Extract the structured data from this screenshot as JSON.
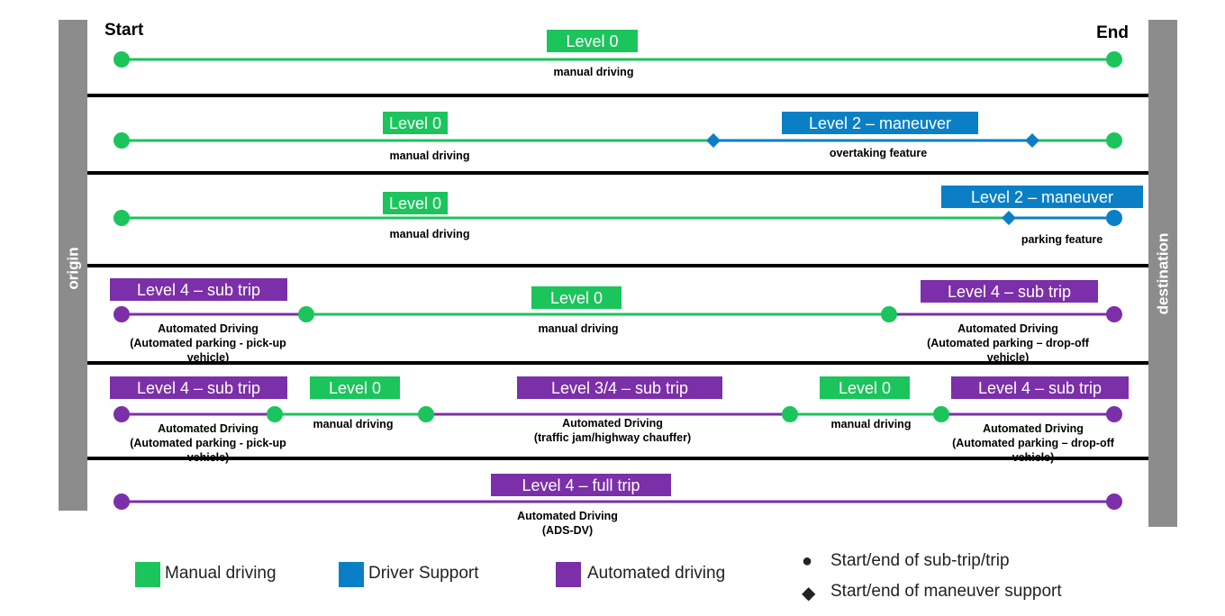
{
  "labels": {
    "start": "Start",
    "end": "End",
    "origin": "origin",
    "destination": "destination"
  },
  "colors": {
    "manual": "#1cc45c",
    "support": "#0b7fc6",
    "automated": "#7b2fa8",
    "separator": "#000000",
    "side_bar": "#8c8c8c"
  },
  "rows": [
    {
      "segments": [
        {
          "color": "manual"
        }
      ],
      "markers": [
        {
          "shape": "circle",
          "color": "manual"
        },
        {
          "shape": "circle",
          "color": "manual"
        }
      ],
      "tags": [
        {
          "text": "Level 0",
          "color": "manual"
        }
      ],
      "captions": [
        {
          "lines": [
            "manual driving"
          ]
        }
      ]
    },
    {
      "segments": [
        {
          "color": "manual"
        },
        {
          "color": "support"
        },
        {
          "color": "manual"
        }
      ],
      "markers": [
        {
          "shape": "circle",
          "color": "manual"
        },
        {
          "shape": "diamond",
          "color": "support"
        },
        {
          "shape": "diamond",
          "color": "support"
        },
        {
          "shape": "circle",
          "color": "manual"
        }
      ],
      "tags": [
        {
          "text": "Level 0",
          "color": "manual"
        },
        {
          "text": "Level 2 – maneuver",
          "color": "support"
        }
      ],
      "captions": [
        {
          "lines": [
            "manual driving"
          ]
        },
        {
          "lines": [
            "overtaking feature"
          ]
        }
      ]
    },
    {
      "segments": [
        {
          "color": "manual"
        },
        {
          "color": "support"
        }
      ],
      "markers": [
        {
          "shape": "circle",
          "color": "manual"
        },
        {
          "shape": "diamond",
          "color": "support"
        },
        {
          "shape": "circle",
          "color": "support"
        }
      ],
      "tags": [
        {
          "text": "Level 0",
          "color": "manual"
        },
        {
          "text": "Level 2 – maneuver",
          "color": "support"
        }
      ],
      "captions": [
        {
          "lines": [
            "manual driving"
          ]
        },
        {
          "lines": [
            "parking feature"
          ]
        }
      ]
    },
    {
      "segments": [
        {
          "color": "automated"
        },
        {
          "color": "manual"
        },
        {
          "color": "automated"
        }
      ],
      "markers": [
        {
          "shape": "circle",
          "color": "automated"
        },
        {
          "shape": "circle",
          "color": "manual"
        },
        {
          "shape": "circle",
          "color": "manual"
        },
        {
          "shape": "circle",
          "color": "automated"
        }
      ],
      "tags": [
        {
          "text": "Level 4 – sub trip",
          "color": "automated"
        },
        {
          "text": "Level 0",
          "color": "manual"
        },
        {
          "text": "Level 4 – sub trip",
          "color": "automated"
        }
      ],
      "captions": [
        {
          "lines": [
            "Automated Driving",
            "(Automated parking - pick-up",
            "vehicle)"
          ]
        },
        {
          "lines": [
            "manual driving"
          ]
        },
        {
          "lines": [
            "Automated Driving",
            "(Automated parking – drop-off",
            "vehicle)"
          ]
        }
      ]
    },
    {
      "segments": [
        {
          "color": "automated"
        },
        {
          "color": "manual"
        },
        {
          "color": "automated"
        },
        {
          "color": "manual"
        },
        {
          "color": "automated"
        }
      ],
      "markers": [
        {
          "shape": "circle",
          "color": "automated"
        },
        {
          "shape": "circle",
          "color": "manual"
        },
        {
          "shape": "circle",
          "color": "manual"
        },
        {
          "shape": "circle",
          "color": "manual"
        },
        {
          "shape": "circle",
          "color": "manual"
        },
        {
          "shape": "circle",
          "color": "automated"
        }
      ],
      "tags": [
        {
          "text": "Level 4 – sub trip",
          "color": "automated"
        },
        {
          "text": "Level 0",
          "color": "manual"
        },
        {
          "text": "Level 3/4 – sub trip",
          "color": "automated"
        },
        {
          "text": "Level 0",
          "color": "manual"
        },
        {
          "text": "Level 4 – sub trip",
          "color": "automated"
        }
      ],
      "captions": [
        {
          "lines": [
            "Automated Driving",
            "(Automated parking - pick-up",
            "vehicle)"
          ]
        },
        {
          "lines": [
            "manual driving"
          ]
        },
        {
          "lines": [
            "Automated Driving",
            "(traffic jam/highway chauffer)"
          ]
        },
        {
          "lines": [
            "manual driving"
          ]
        },
        {
          "lines": [
            "Automated Driving",
            "(Automated parking – drop-off",
            "vehicle)"
          ]
        }
      ]
    },
    {
      "segments": [
        {
          "color": "automated"
        }
      ],
      "markers": [
        {
          "shape": "circle",
          "color": "automated"
        },
        {
          "shape": "circle",
          "color": "automated"
        }
      ],
      "tags": [
        {
          "text": "Level 4 – full trip",
          "color": "automated"
        }
      ],
      "captions": [
        {
          "lines": [
            "Automated Driving",
            "(ADS-DV)"
          ]
        }
      ]
    }
  ],
  "legend": {
    "swatches": [
      {
        "label": "Manual driving",
        "color": "manual"
      },
      {
        "label": "Driver Support",
        "color": "support"
      },
      {
        "label": "Automated driving",
        "color": "automated"
      }
    ],
    "symbols": [
      {
        "label": "Start/end of sub-trip/trip",
        "glyph": "●"
      },
      {
        "label": "Start/end of maneuver support",
        "glyph": "◆"
      }
    ]
  }
}
